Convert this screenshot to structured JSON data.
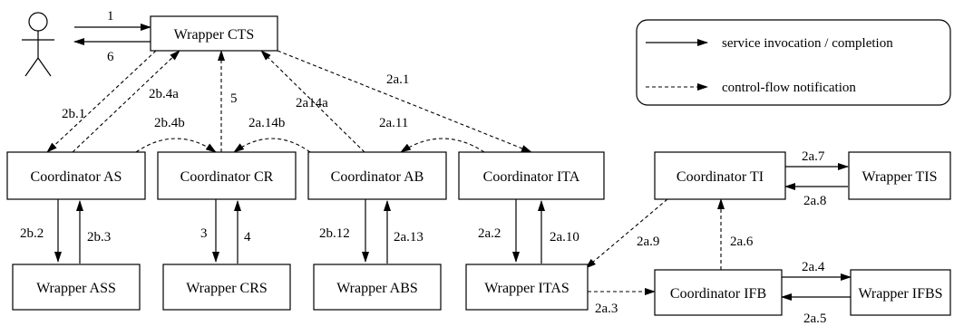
{
  "nodes": {
    "wrapper_cts": "Wrapper CTS",
    "coordinator_as": "Coordinator AS",
    "coordinator_cr": "Coordinator CR",
    "coordinator_ab": "Coordinator AB",
    "coordinator_ita": "Coordinator ITA",
    "coordinator_ti": "Coordinator TI",
    "wrapper_tis": "Wrapper TIS",
    "wrapper_ass": "Wrapper ASS",
    "wrapper_crs": "Wrapper CRS",
    "wrapper_abs": "Wrapper ABS",
    "wrapper_itas": "Wrapper ITAS",
    "coordinator_ifb": "Coordinator IFB",
    "wrapper_ifbs": "Wrapper IFBS"
  },
  "edges": {
    "e1": "1",
    "e6": "6",
    "e2b1": "2b.1",
    "e2b4a": "2b.4a",
    "e5": "5",
    "e2a14a": "2a14a",
    "e2a1": "2a.1",
    "e2b4b": "2b.4b",
    "e2a14b": "2a.14b",
    "e2a11": "2a.11",
    "e2b2": "2b.2",
    "e2b3": "2b.3",
    "e3": "3",
    "e4": "4",
    "e2b12": "2b.12",
    "e2a13": "2a.13",
    "e2a2": "2a.2",
    "e2a10": "2a.10",
    "e2a9": "2a.9",
    "e2a6": "2a.6",
    "e2a7": "2a.7",
    "e2a8": "2a.8",
    "e2a3": "2a.3",
    "e2a4": "2a.4",
    "e2a5": "2a.5"
  },
  "legend": {
    "solid_label": "service invocation / completion",
    "dashed_label": "control-flow notification"
  }
}
